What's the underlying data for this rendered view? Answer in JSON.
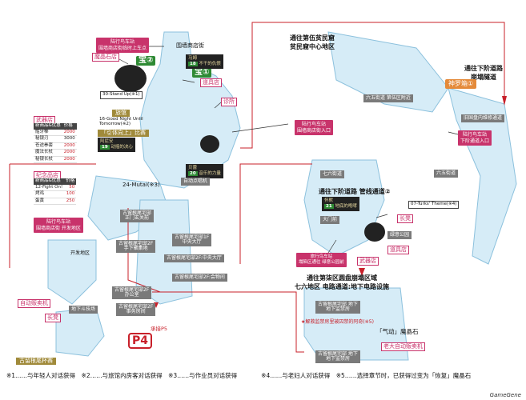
{
  "labels": {
    "station_top": "陆行鸟车站\n围墙商店街临时上车点",
    "wall_shop_street": "围墙商店街",
    "magic_shop": "魔晶石店",
    "item_shop_top": "道具店",
    "weapon_shop": "武器店",
    "clinic": "诊所",
    "treasure_1": "宝①",
    "treasure_2": "宝②",
    "song_ma_zhou": "马姆",
    "song_ma_zhou_n": "18",
    "song_ma_zhou_t": "不干的仇恨",
    "song_30stand": "30-Stand Up(※1)",
    "chocobo_station_entrance": "陆行鸟车站\n围墙商店街入口",
    "inn": "旅馆",
    "song_16": "16-Good Night Until Tomorrow(※2)",
    "event_pull": "「引体向上」比赛",
    "song_achen": "阿尼安",
    "song_achen_n": "19",
    "song_achen_t": "动摇的决心",
    "song_beibo": "贝蕾",
    "song_beibo_n": "20",
    "song_beibo_t": "音乐的力量",
    "jukebox": "自动点唱机",
    "mutai": "24-Mutai(※3)",
    "souvenir_shop": "纪念品店",
    "station_dev": "陆行鸟车站\n围墙商店街 开发地区",
    "dev_area": "开发地区",
    "old_mansion_gate": "古留根尾宅邸\n正门玄关前",
    "mansion_1f": "古留根尾宅邸1F\n中央大厅",
    "mansion_2f_hall": "古留根尾宅邸2F:中央大厅",
    "mansion_2f_training": "古留根尾宅邸2F\n手下聚集地",
    "mansion_2f_meeting": "古留根尾宅邸2F:会物间",
    "mansion_2f_office": "古留根尾宅邸2F\n办公室",
    "mansion_2f_lift": "古留根尾宅邸2F\n事务房间",
    "vending_machine": "自动贩卖机",
    "underground_arena": "地下斗技场",
    "long_desk": "长凳",
    "colosseum": "古留根尾杯赛",
    "p4": "P4",
    "lift_p5": "承接P5",
    "to_slum5": "通往第伍贫民窟\n贫民窟中心地区",
    "slum_center": "六五街道 第伍区附近",
    "to_collapsed": "通往下阶道路\n崩塌隧道",
    "shinra_box": "神罗箱①",
    "old_train": "旧国盘内维修通道",
    "station_lower": "陆行鸟车站\n下阶通道入口",
    "road_76": "七六街道",
    "road_65": "六五街道",
    "to_lower_pipe": "通往下阶道路 管线通道②",
    "song_07": "07-Turks' Theme(※4)",
    "song_huaibang": "怀默",
    "song_huaibang_n": "21",
    "song_huaibang_t": "地底的咆哮",
    "big_gate": "大门前",
    "long_desk_2": "长凳",
    "green_park": "绿意公园",
    "item_shop_2": "道具店",
    "weapon_shop_2": "武器店",
    "station_cnt": "旅行鸟车站\n塌陷区通往 绿意公园前",
    "to_sector7": "通往第柒区圆盘崩塌区域\n七六地区 电路通道:地下电路设施",
    "mansion_basement_underground": "古留根尾宅邸 地下\n地下监禁房",
    "rescue_warn": "★解救监禁房里被囚禁的阿奇(※5)",
    "qi_dong": "「气动」魔晶石",
    "mansion_basement_pass": "古留根尾宅邸 地下\n地下监禁房",
    "mansion_vending": "老大自动贩卖机"
  },
  "shop_table": {
    "title": "武器店",
    "headers": [
      "新商品&优惠",
      "价格"
    ],
    "rows": [
      [
        "骷牙棒",
        "2000"
      ],
      [
        "秘银刃",
        "3000"
      ],
      [
        "苍途拳套",
        "2000"
      ],
      [
        "魔法长杖",
        "2000"
      ],
      [
        "秘银长杖",
        "2000"
      ]
    ]
  },
  "souvenir_table": {
    "title": "纪念品店",
    "headers": [
      "新商品&优惠",
      "价格"
    ],
    "rows": [
      [
        "12-Fight On!",
        "50"
      ],
      [
        "烤鸡",
        "100"
      ],
      [
        "蛋黄",
        "250"
      ]
    ]
  },
  "footer": {
    "notes": "※1……与年轻人对话获得　※2……与旅馆内房客对话获得　※3……与作业员对话获得　　　　※4……与老妇人对话获得　※5……选择章节时，已获得过变为「恢复」魔晶石"
  },
  "brand": "GameGene",
  "colors": {
    "path_fill": "#cfe8f5",
    "path_stroke": "#7fb8d8",
    "route_red": "#c8202a",
    "tag_pink": "#c8336b",
    "tag_green": "#2e8a34"
  }
}
